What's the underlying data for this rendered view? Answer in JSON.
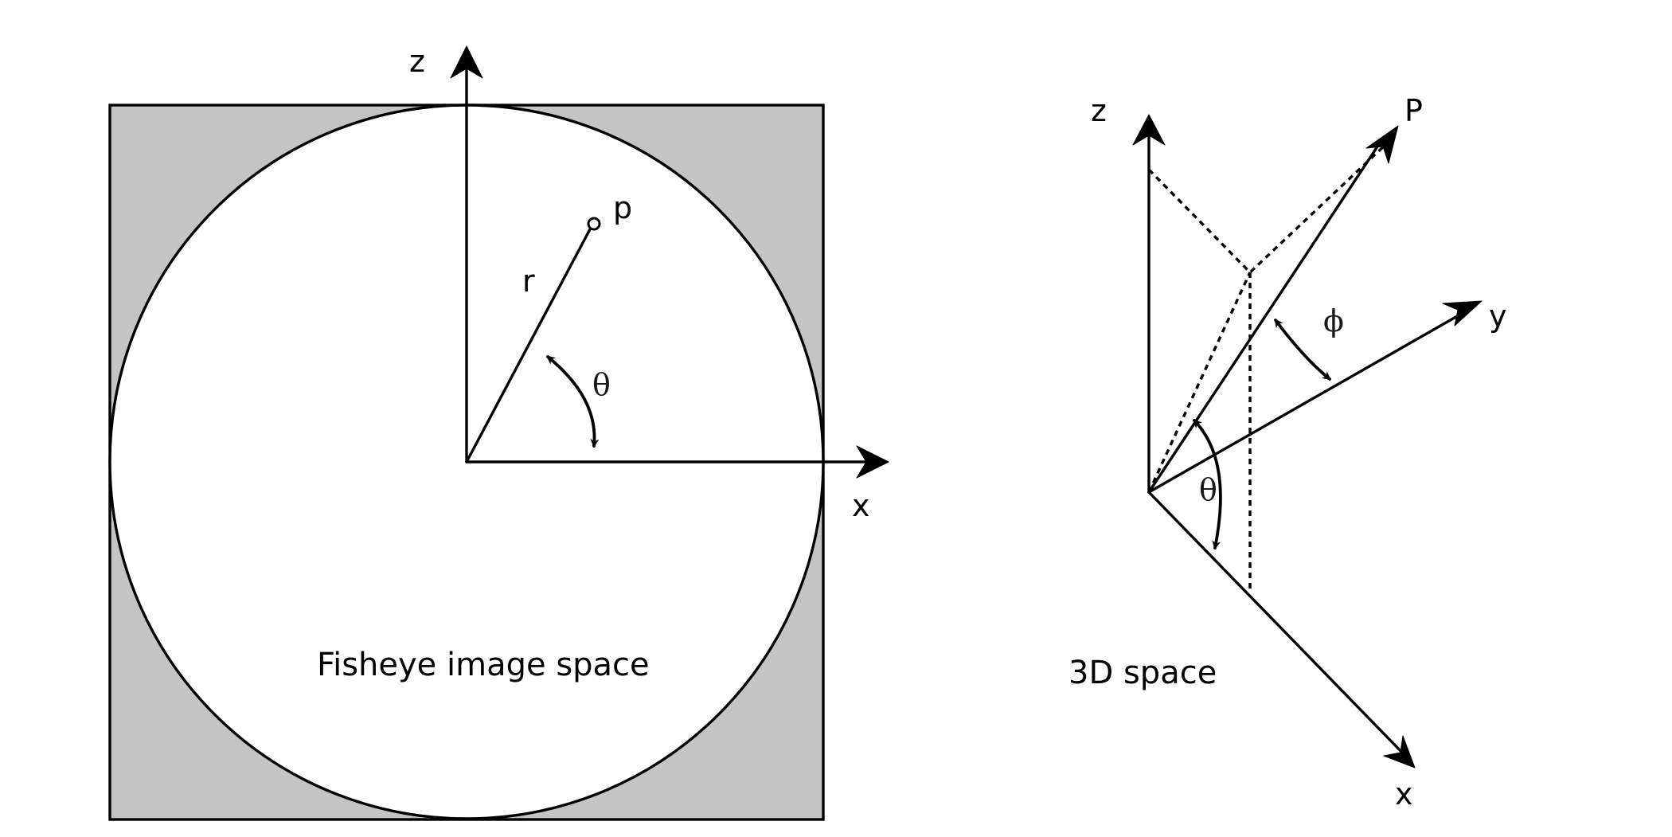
{
  "fisheye": {
    "labels": {
      "z_axis": "z",
      "x_axis": "x",
      "point": "p",
      "radius": "r",
      "angle": "θ"
    },
    "caption": "Fisheye image space",
    "colors": {
      "corner_fill": "#c4c4c4",
      "disc_fill": "#ffffff"
    }
  },
  "space3d": {
    "labels": {
      "z_axis": "z",
      "y_axis": "y",
      "x_axis": "x",
      "point": "P",
      "theta": "θ",
      "phi": "ϕ"
    },
    "caption": "3D space"
  }
}
